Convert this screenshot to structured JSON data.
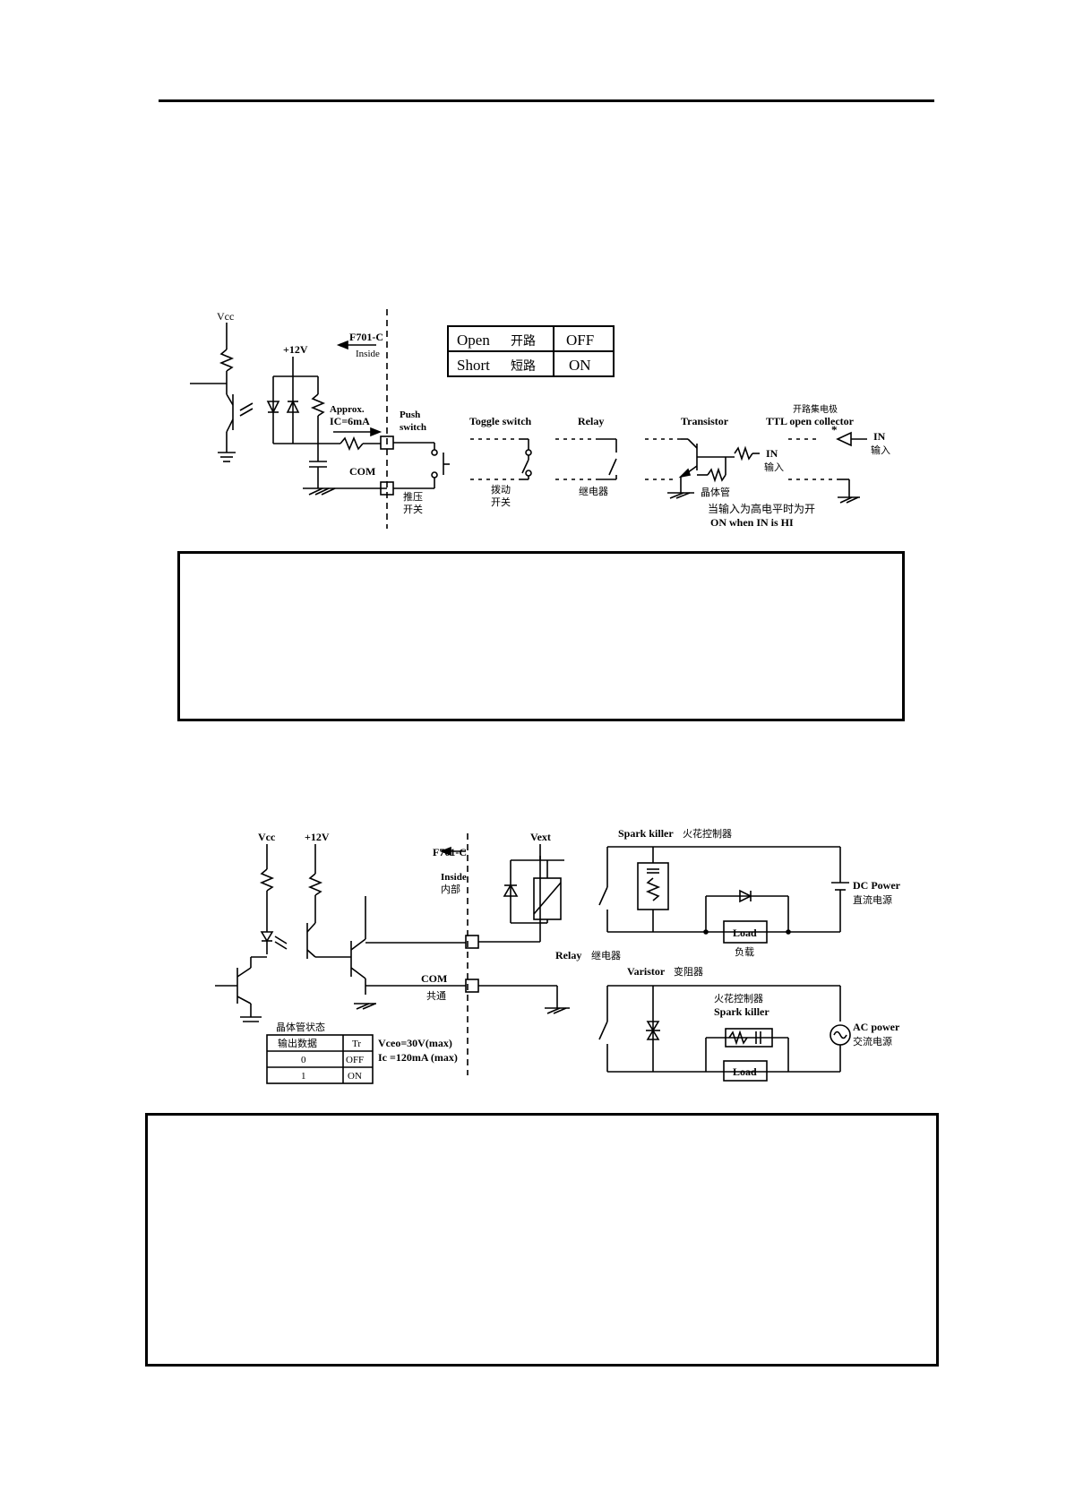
{
  "page": {
    "top_rule": true
  },
  "input_diagram": {
    "vcc": "Vcc",
    "plus12v": "+12V",
    "boundary_label": "F701-C",
    "inside": "Inside",
    "approx": "Approx.",
    "ic": "IC=6mA",
    "com": "COM",
    "push_switch_en_1": "Push",
    "push_switch_en_2": "switch",
    "push_switch_cn": "推压",
    "push_switch_cn_2": "开关",
    "state_table": [
      {
        "en": "Open",
        "cn": "开路",
        "state": "OFF"
      },
      {
        "en": "Short",
        "cn": "短路",
        "state": "ON"
      }
    ],
    "toggle_switch": "Toggle switch",
    "toggle_cn_1": "拨动",
    "toggle_cn_2": "开关",
    "relay": "Relay",
    "relay_cn": "继电器",
    "transistor": "Transistor",
    "transistor_cn": "晶体管",
    "in_label": "IN",
    "in_cn": "输入",
    "ttl_cn": "开路集电极",
    "ttl": "TTL open collector",
    "ttl_in": "IN",
    "ttl_in_cn": "输入",
    "note_cn": "当输入为高电平时为开",
    "note_en": "ON when IN is HI"
  },
  "output_diagram": {
    "vcc": "Vcc",
    "plus12v": "+12V",
    "boundary_label": "F701-C",
    "inside": "Inside",
    "inside_cn": "内部",
    "vext": "Vext",
    "relay": "Relay",
    "relay_cn": "继电器",
    "com": "COM",
    "com_cn": "共通",
    "state_title": "晶体管状态",
    "table_header": [
      "输出数据",
      "Tr"
    ],
    "table_rows": [
      [
        "0",
        "OFF"
      ],
      [
        "1",
        "ON"
      ]
    ],
    "vceo": "Vceo=30V(max)",
    "ic": "Ic =120mA (max)",
    "spark_killer": "Spark killer",
    "spark_killer_cn": "火花控制器",
    "load": "Load",
    "load_cn": "负载",
    "dc_power": "DC Power",
    "dc_power_cn": "直流电源",
    "varistor": "Varistor",
    "varistor_cn": "变阻器",
    "spark_killer2_cn": "火花控制器",
    "spark_killer2": "Spark killer",
    "load2": "Load",
    "ac_power": "AC power",
    "ac_power_cn": "交流电源"
  }
}
